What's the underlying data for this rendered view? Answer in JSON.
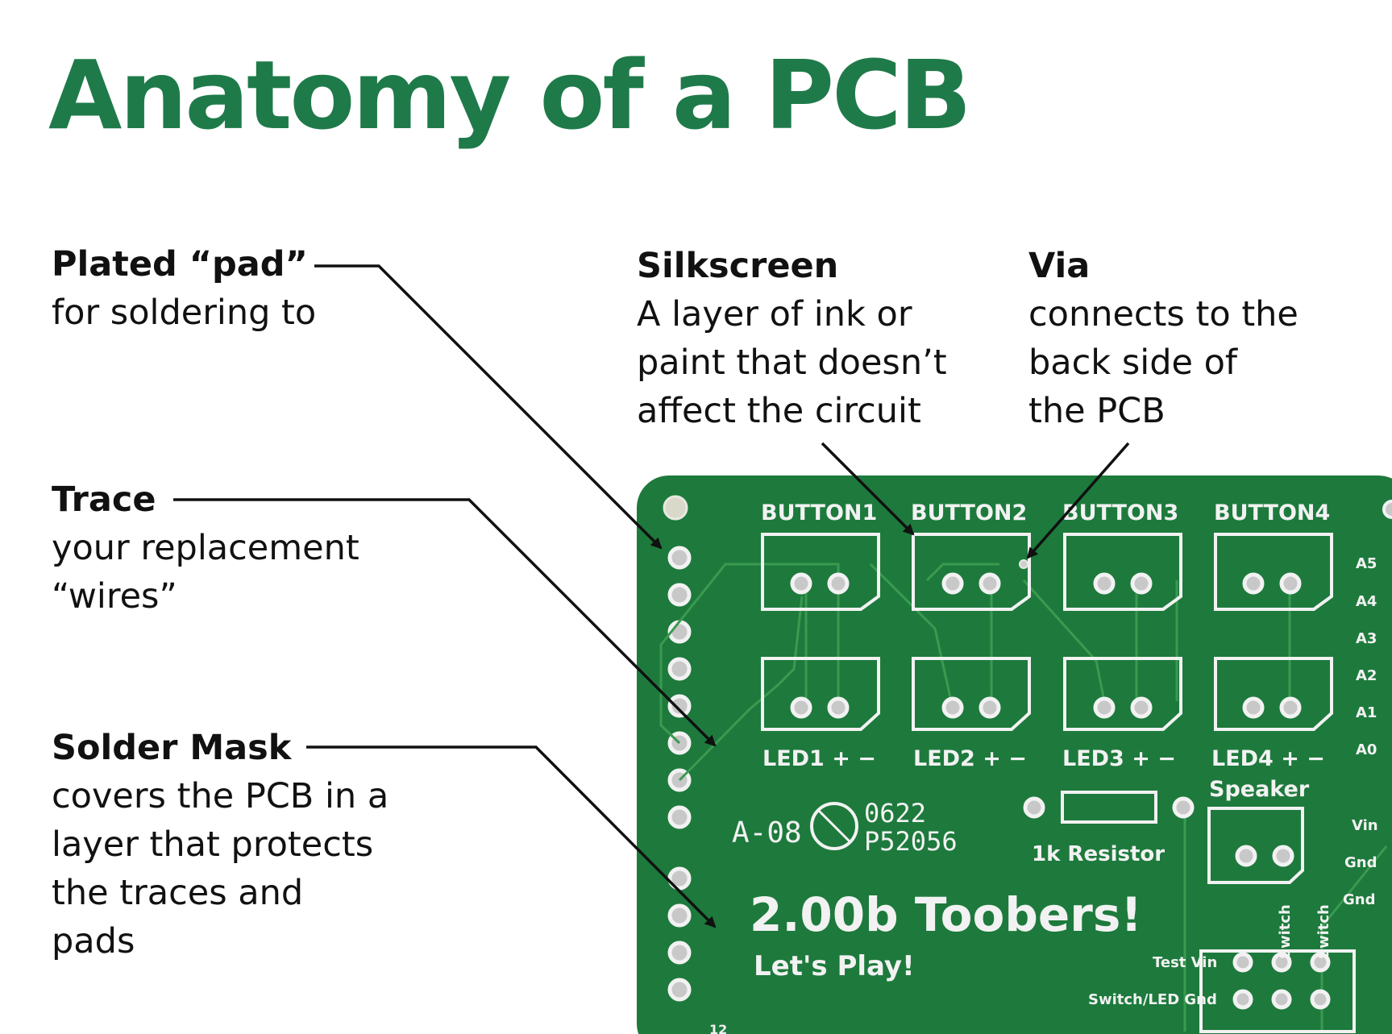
{
  "title": "Anatomy of a PCB",
  "colors": {
    "accent": "#1f7a4a",
    "board": "#1d7a3c",
    "silkscreen": "#f2f2f2",
    "pad": "#c8c8c8"
  },
  "callouts": {
    "pad": {
      "head": "Plated “pad”",
      "body": "for soldering to"
    },
    "trace": {
      "head": "Trace",
      "body": "your replacement\n“wires”"
    },
    "mask": {
      "head": "Solder Mask",
      "body": "covers the PCB in a\nlayer that protects\nthe traces and\npads"
    },
    "silk": {
      "head": "Silkscreen",
      "body": "A layer of ink or\npaint that doesn’t\naffect the circuit"
    },
    "via": {
      "head": "Via",
      "body": "connects to the\nback side of\nthe PCB"
    }
  },
  "board": {
    "buttons": [
      "BUTTON1",
      "BUTTON2",
      "BUTTON3",
      "BUTTON4"
    ],
    "leds": [
      "LED1 + −",
      "LED2 + −",
      "LED3 + −",
      "LED4 + −"
    ],
    "analog_pins": [
      "A5",
      "A4",
      "A3",
      "A2",
      "A1",
      "A0"
    ],
    "power_pins": [
      "Vin",
      "Gnd",
      "Gnd"
    ],
    "speaker": "Speaker",
    "resistor": "1k Resistor",
    "code_left": "A-08",
    "code_top": "0622",
    "code_bottom": "P52056",
    "brand": "2.00b Toobers!",
    "tagline": "Let's Play!",
    "test_vin": "Test Vin",
    "switch_led_gnd": "Switch/LED Gnd",
    "switch": "Switch",
    "pin_number": "12"
  }
}
